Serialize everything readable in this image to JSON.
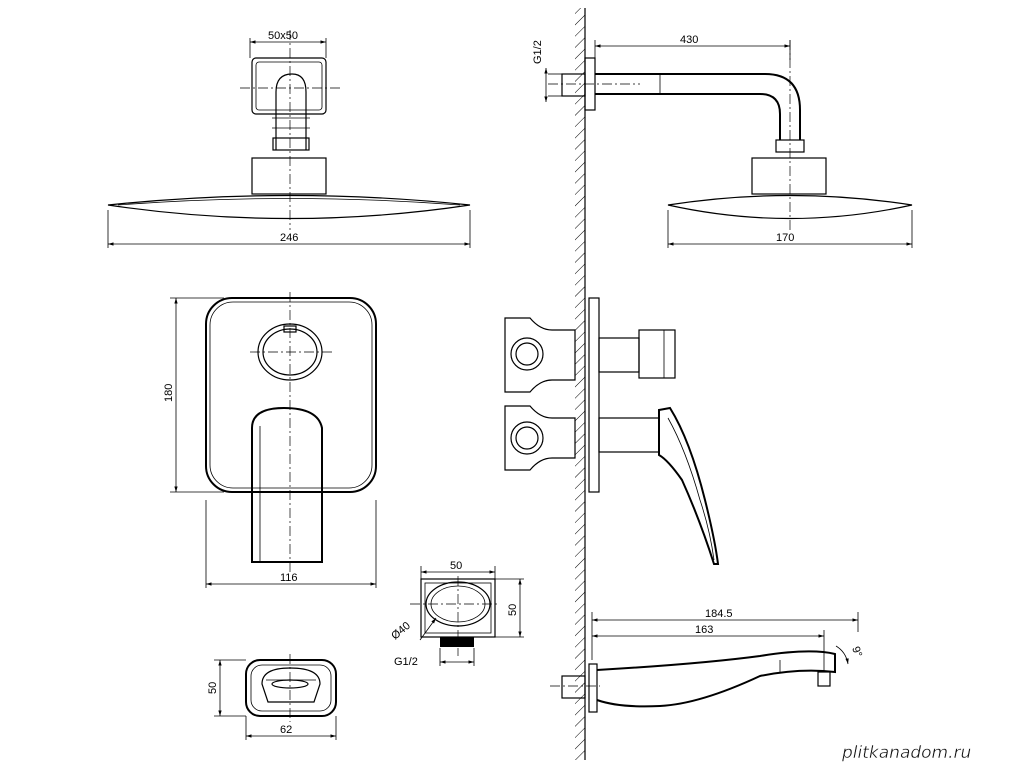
{
  "dimensions": {
    "head_mount": "50x50",
    "head_width": "246",
    "arm_length": "430",
    "inlet_thread": "G1/2",
    "head_depth": "170",
    "panel_height": "180",
    "panel_width": "116",
    "elbow_width": "50",
    "elbow_height": "50",
    "elbow_diameter": "Ø40",
    "elbow_thread": "G1/2",
    "spout_height": "50",
    "spout_width": "62",
    "spout_reach_total": "184.5",
    "spout_reach": "163",
    "spout_angle": "9°"
  },
  "watermark": "plitkanadom.ru"
}
